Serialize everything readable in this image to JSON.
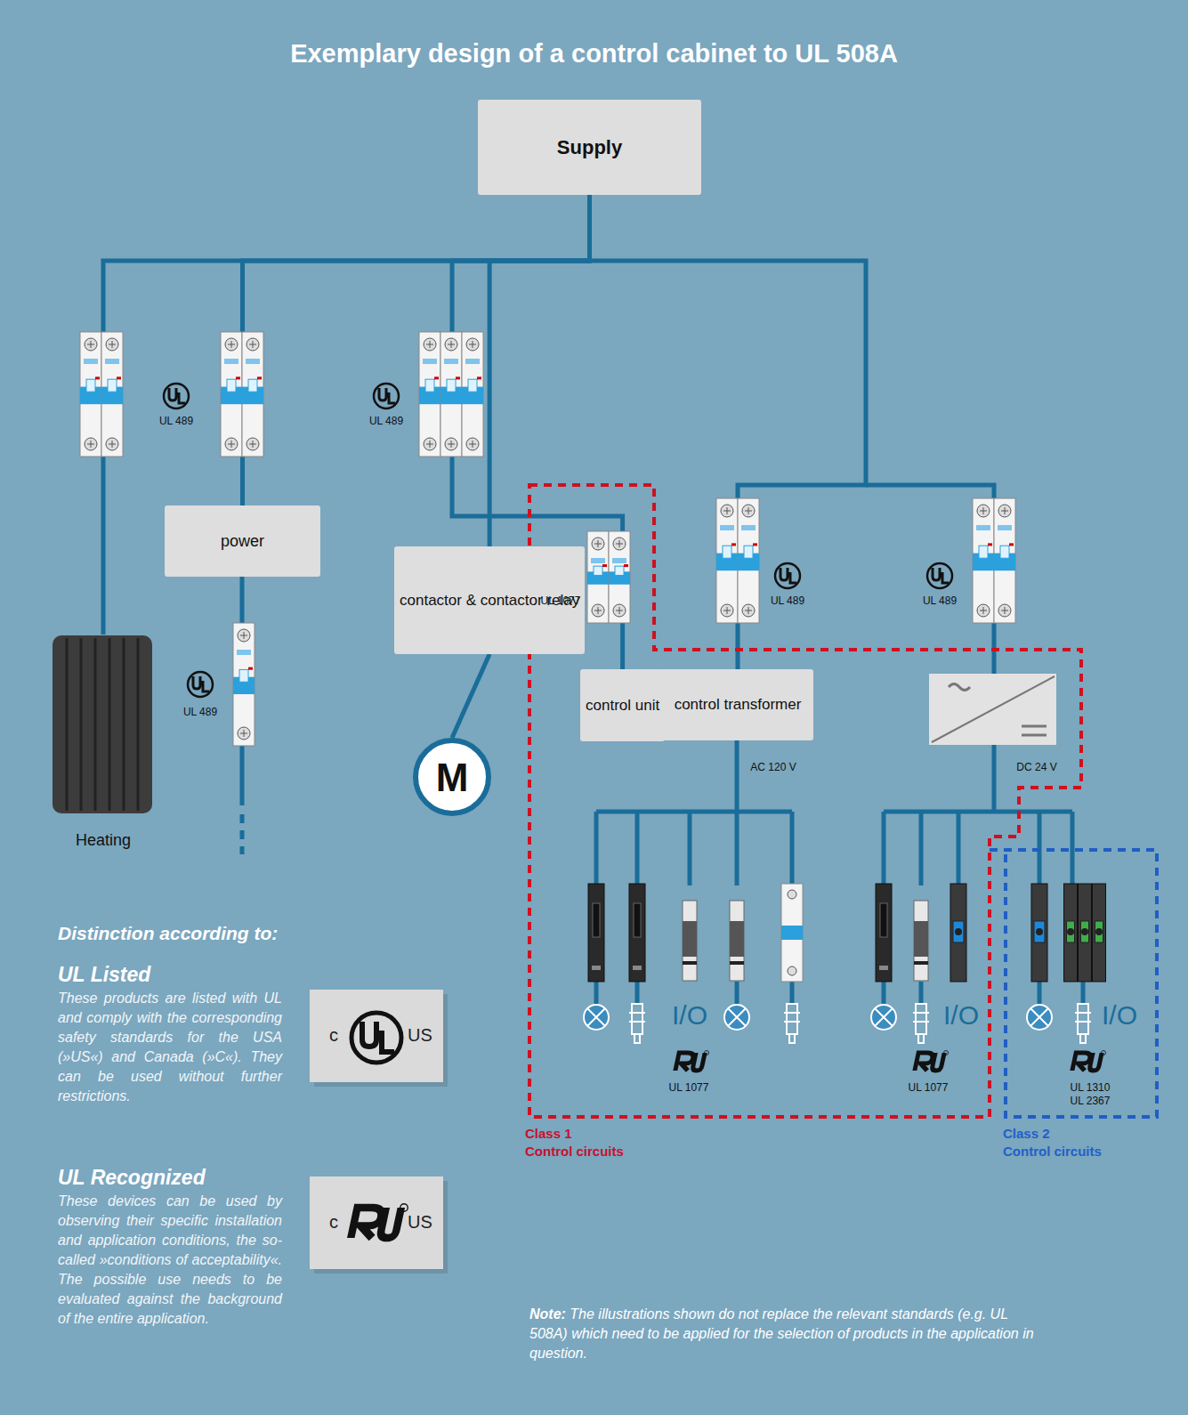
{
  "diagram": {
    "title": "Exemplary design of a control cabinet to UL 508A",
    "nodes": [
      {
        "text": [
          "Supply"
        ]
      },
      {
        "text": [
          "Heating"
        ]
      },
      {
        "text": [
          "power"
        ]
      },
      {
        "text": [
          "contactor & contactor relay"
        ]
      },
      {
        "text": [
          "M"
        ]
      },
      {
        "text": [
          "control unit"
        ]
      },
      {
        "text": [
          "control transformer"
        ]
      }
    ],
    "edges": [
      {
        "from": 0,
        "to": 1,
        "arrow": "none"
      },
      {
        "from": 0,
        "to": 2,
        "arrow": "none"
      },
      {
        "from": 0,
        "to": 3,
        "arrow": "none"
      },
      {
        "from": 3,
        "to": 4,
        "arrow": "none"
      },
      {
        "from": 0,
        "to": 5,
        "arrow": "none"
      },
      {
        "from": 0,
        "to": 6,
        "arrow": "none"
      }
    ],
    "labels": [
      "UL 489",
      "UL 489",
      "UL 1077",
      "UL 489",
      "UL 489",
      "UL 489",
      "AC 120 V",
      "DC 24 V",
      "I/O",
      "I/O",
      "I/O",
      "UL 1077",
      "UL 1077",
      "UL 1310",
      "UL 2367",
      "Class 1",
      "Control circuits",
      "Class 2",
      "Control circuits",
      "Distinction according to:",
      "UL Listed",
      "These products are listed with UL and comply with the corresponding safety standards for the USA (»US«) and Canada (»C«). They can be used without further restrictions.",
      "c",
      "US",
      "UL Recognized",
      "These devices can be used by observing their specific installation and application conditions, the so-called »conditions of acceptability«. The possible use needs to be evaluated against the background of the entire application.",
      "c",
      "US",
      "Note:",
      "The illustrations shown do not replace the relevant standards (e.g. UL 508A) which need to be applied for the selection of products in the application in question."
    ]
  }
}
